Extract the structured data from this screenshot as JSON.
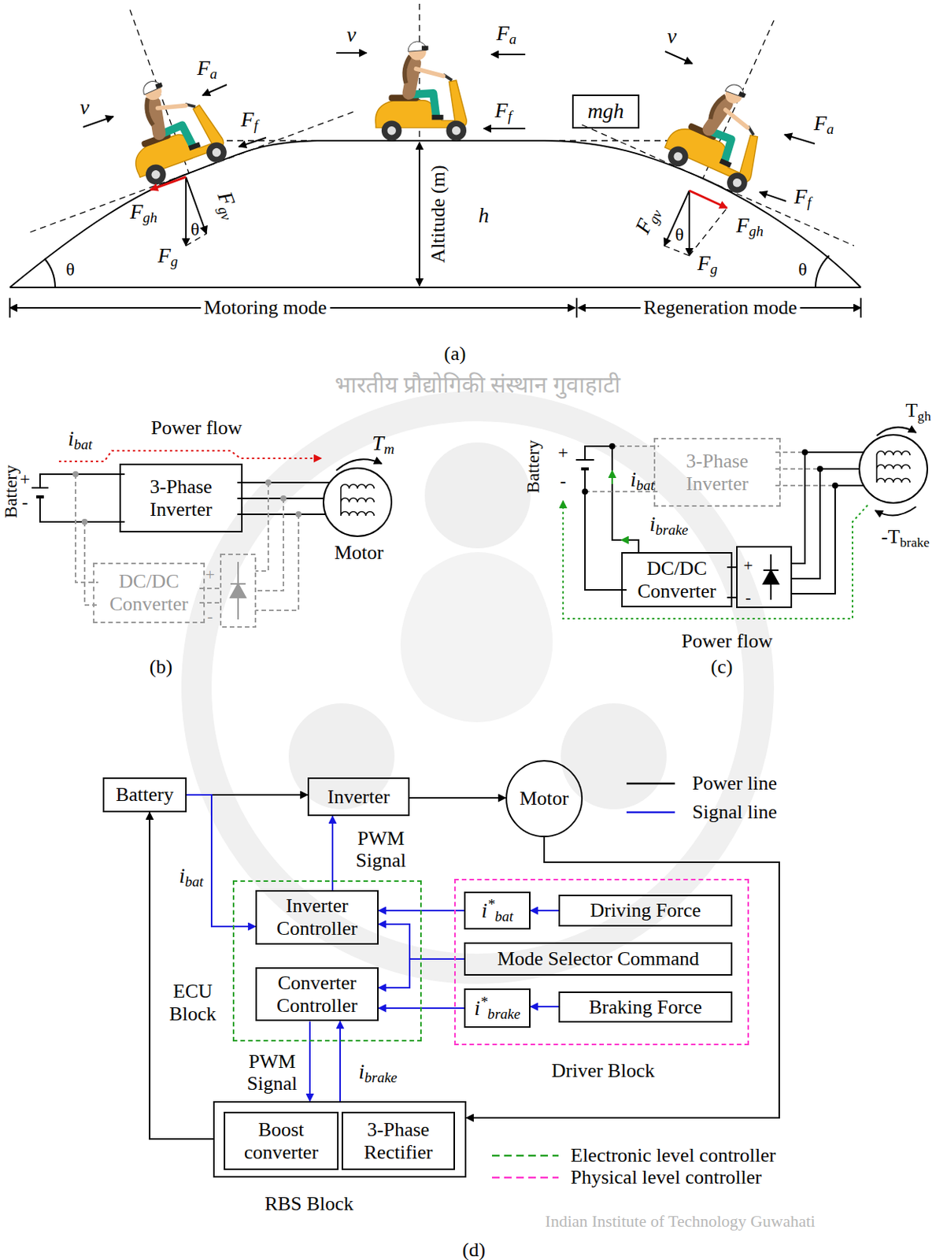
{
  "diagram": {
    "nodes": [
      {
        "text": [
          "mgh"
        ]
      },
      {
        "text": [
          "3-Phase Inverter"
        ]
      },
      {
        "text": [
          "DC/DC Converter"
        ]
      },
      {
        "text": [
          "3-Phase Inverter"
        ]
      },
      {
        "text": [
          "DC/DC Converter"
        ]
      },
      {
        "text": [
          "Battery"
        ]
      },
      {
        "text": [
          "Inverter"
        ]
      },
      {
        "text": [
          "Motor"
        ]
      },
      {
        "text": [
          "ECU Block"
        ]
      },
      {
        "text": [
          "Inverter Controller"
        ],
        "in": 8
      },
      {
        "text": [
          "Converter Controller"
        ],
        "in": 8
      },
      {
        "text": [
          "Driver Block"
        ]
      },
      {
        "text": [
          "i*bat"
        ],
        "in": 11
      },
      {
        "text": [
          "Driving Force"
        ],
        "in": 11
      },
      {
        "text": [
          "Mode Selector Command"
        ],
        "in": 11
      },
      {
        "text": [
          "i*brake"
        ],
        "in": 11
      },
      {
        "text": [
          "Braking Force"
        ],
        "in": 11
      },
      {
        "text": [
          "RBS Block"
        ]
      },
      {
        "text": [
          "Boost converter"
        ],
        "in": 17
      },
      {
        "text": [
          "3-Phase Rectifier"
        ],
        "in": 17
      }
    ],
    "edges": [
      {
        "from": 5,
        "to": 6,
        "arrow": "to"
      },
      {
        "from": 6,
        "to": 7,
        "arrow": "to"
      },
      {
        "from": 5,
        "to": 9,
        "label": "ibat",
        "arrow": "to"
      },
      {
        "from": 9,
        "to": 6,
        "label": "PWM Signal",
        "arrow": "to"
      },
      {
        "from": 12,
        "to": 9,
        "arrow": "to"
      },
      {
        "from": 13,
        "to": 12,
        "arrow": "to"
      },
      {
        "from": 14,
        "to": 9,
        "arrow": "to"
      },
      {
        "from": 14,
        "to": 10,
        "arrow": "to"
      },
      {
        "from": 16,
        "to": 15,
        "arrow": "to"
      },
      {
        "from": 15,
        "to": 10,
        "arrow": "to"
      },
      {
        "from": 10,
        "to": 17,
        "label": "PWM Signal",
        "arrow": "to"
      },
      {
        "from": 17,
        "to": 10,
        "label": "ibrake",
        "arrow": "to"
      },
      {
        "from": 17,
        "to": 5,
        "arrow": "to"
      },
      {
        "from": 7,
        "to": 17,
        "arrow": "to"
      }
    ],
    "labels": [
      "Fa",
      "v",
      "Ff",
      "Fgh",
      "Fgv",
      "θ",
      "Fg",
      "θ",
      "v",
      "Fa",
      "Ff",
      "Altitude (m)",
      "h",
      "Fgv",
      "θ",
      "Fgh",
      "Fg",
      "θ",
      "v",
      "Fa",
      "Ff",
      "Motoring mode",
      "Regeneration mode",
      "(a)",
      "Battery",
      "+",
      "-",
      "ibat",
      "Power flow",
      "Tm",
      "Motor",
      "+",
      "-",
      "(b)",
      "Battery",
      "+",
      "-",
      "ibat",
      "ibrake",
      "+",
      "-",
      "Tgh",
      "-Tbrake",
      "Power flow",
      "(c)",
      "(d)",
      "भारतीय प्रौद्योगिकी संस्थान गुवाहाटी",
      "Indian Institute of Technology Guwahati"
    ],
    "legend": [
      {
        "text": "Power line"
      },
      {
        "text": "Signal line"
      },
      {
        "text": "Electronic level controller"
      },
      {
        "text": "Physical level controller"
      }
    ]
  }
}
